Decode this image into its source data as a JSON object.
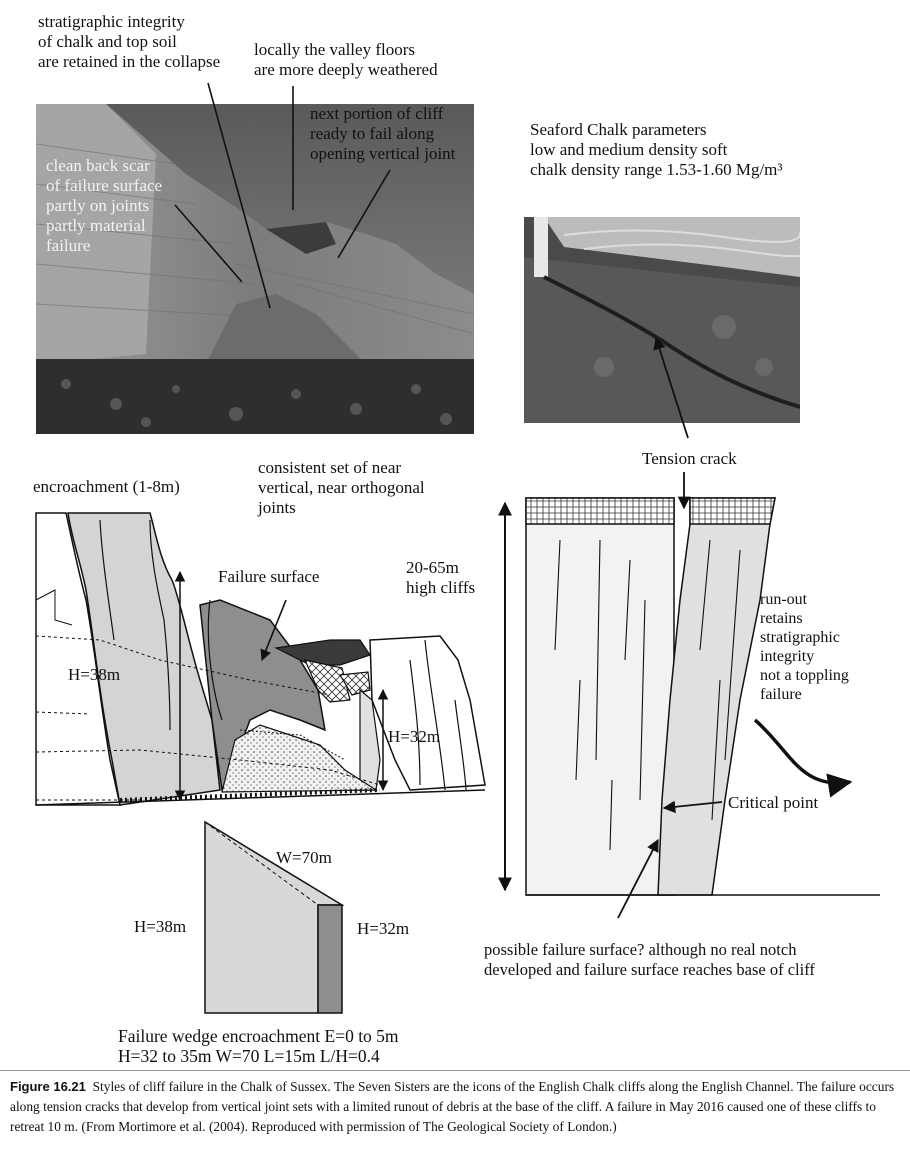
{
  "photo1": {
    "label_stratigraphic": [
      "stratigraphic integrity",
      "of chalk and top soil",
      "are retained in the collapse"
    ],
    "label_valley": [
      "locally the valley floors",
      "are more deeply weathered"
    ],
    "label_next_portion": [
      "next portion of cliff",
      "ready to fail along",
      "opening vertical joint"
    ],
    "label_back_scar": [
      "clean back scar",
      "of failure surface",
      "partly on joints",
      "partly material",
      "failure"
    ]
  },
  "photo2": {
    "label_seaford": [
      "Seaford Chalk parameters",
      "low and medium density soft",
      "chalk density range 1.53-1.60 Mg/m³"
    ]
  },
  "left_diagram": {
    "encroachment": "encroachment (1-8m)",
    "joints": [
      "consistent set of near",
      "vertical, near orthogonal",
      "joints"
    ],
    "failure_surface": "Failure surface",
    "h38": "H=38m",
    "h32": "H=32m",
    "high_cliffs": [
      "20-65m",
      "high cliffs"
    ]
  },
  "wedge": {
    "w70": "W=70m",
    "h38": "H=38m",
    "h32": "H=32m",
    "caption": [
      "Failure wedge encroachment E=0 to 5m",
      "H=32 to 35m W=70 L=15m L/H=0.4"
    ]
  },
  "right_diagram": {
    "tension_crack": "Tension crack",
    "runout": [
      "run-out",
      "retains",
      "stratigraphic",
      "integrity",
      "not a toppling",
      "failure"
    ],
    "critical_point": "Critical point",
    "possible_failure": [
      "possible failure surface? although no real notch",
      "developed and failure surface reaches base of cliff"
    ]
  },
  "caption": {
    "figure_label": "Figure 16.21",
    "text": "Styles of cliff failure in the Chalk of Sussex. The Seven Sisters are the icons of the English Chalk cliffs along the English Channel. The failure occurs along tension cracks that develop from vertical joint sets with a limited runout of debris at the base of the cliff. A failure in May 2016 caused one of these cliffs to retreat 10 m. (From Mortimore et al. (2004). Reproduced with permission of The Geological Society of London.)"
  }
}
